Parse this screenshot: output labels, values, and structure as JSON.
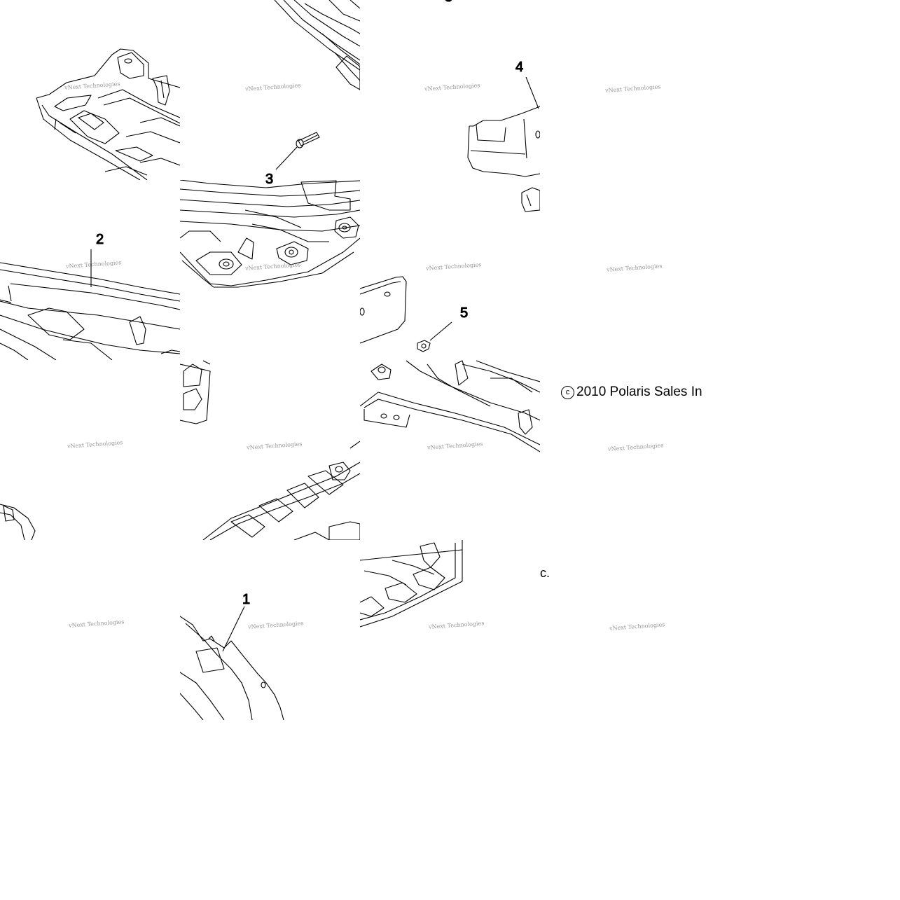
{
  "callouts": {
    "part_1": "1",
    "part_2": "2",
    "part_3": "3",
    "part_4": "4",
    "part_5": "5",
    "part_6_cut": "5"
  },
  "copyright": {
    "symbol": "c",
    "text": "2010 Polaris Sales In"
  },
  "fragment_text": "c.",
  "watermark": "vNext Technologies",
  "colors": {
    "line": "#000000",
    "background": "#ffffff",
    "watermark": "#8c8c8c"
  }
}
